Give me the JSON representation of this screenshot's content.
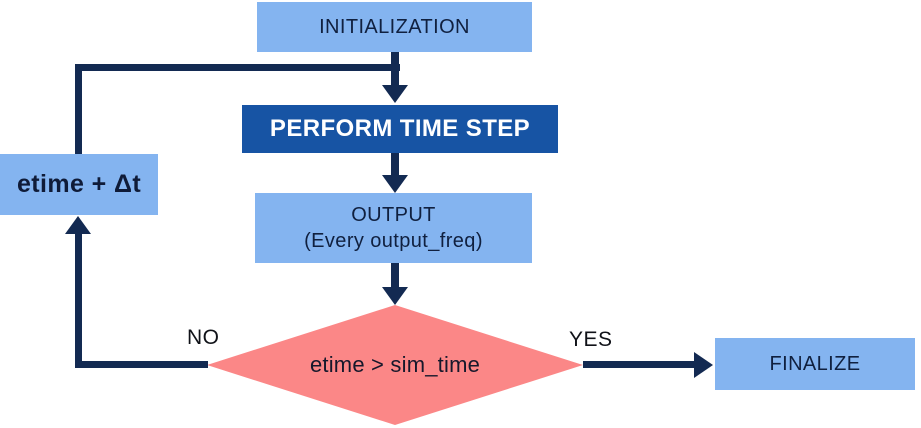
{
  "nodes": {
    "initialization": {
      "label": "INITIALIZATION"
    },
    "perform_time_step": {
      "label": "PERFORM TIME STEP"
    },
    "output": {
      "label": "OUTPUT",
      "sublabel": "(Every output_freq)"
    },
    "decision": {
      "label": "etime > sim_time"
    },
    "finalize": {
      "label": "FINALIZE"
    },
    "etime_increment": {
      "label": "etime + Δt"
    }
  },
  "edge_labels": {
    "no": "NO",
    "yes": "YES"
  },
  "colors": {
    "light_blue_box": "#84B4F0",
    "dark_blue_box": "#1754A4",
    "arrow_navy": "#132A52",
    "decision_pink": "#FB8787",
    "box_text_dark": "#10203F",
    "dark_box_text": "#FFFFFF"
  }
}
